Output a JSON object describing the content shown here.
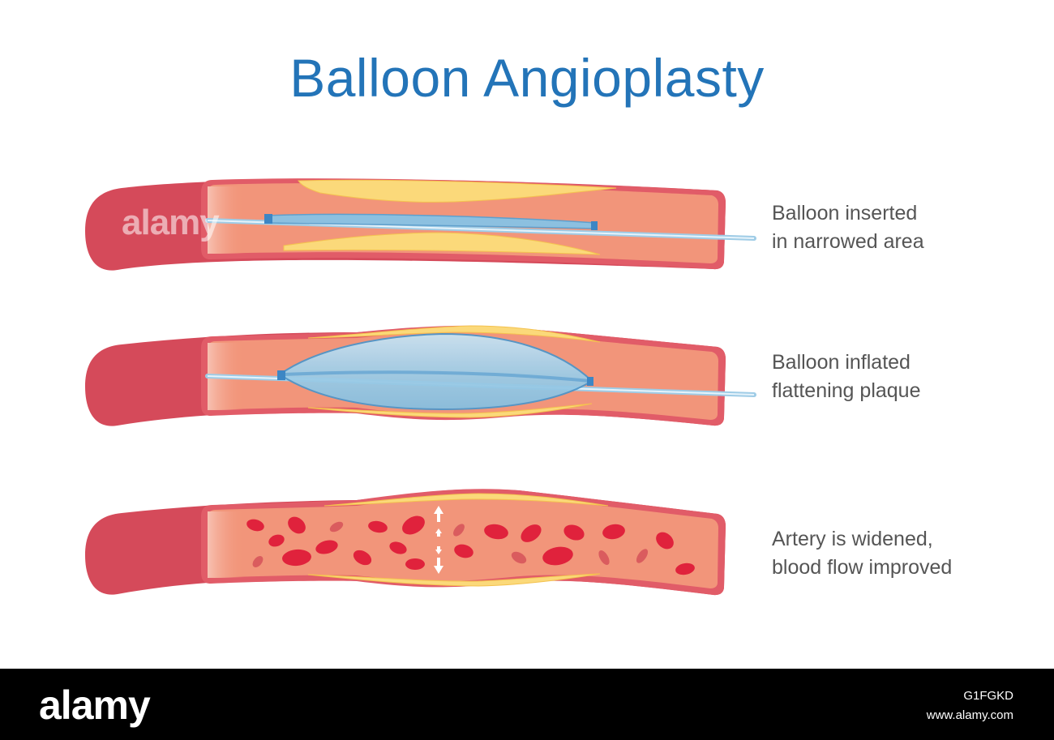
{
  "title": "Balloon Angioplasty",
  "steps": [
    {
      "line1": "Balloon inserted",
      "line2": "in narrowed area"
    },
    {
      "line1": "Balloon inflated",
      "line2": "flattening plaque"
    },
    {
      "line1": "Artery is widened,",
      "line2": "blood flow improved"
    }
  ],
  "watermark": "alamy",
  "footer": {
    "brand": "alamy",
    "image_id": "G1FGKD",
    "url": "www.alamy.com"
  },
  "colors": {
    "title": "#2374b8",
    "vessel_wall": "#d54a5a",
    "vessel_rim": "#e15c68",
    "vessel_inner": "#f2957a",
    "plaque": "#fbd97a",
    "balloon": "#9ccbe6",
    "catheter": "#b9dcef",
    "blood_cell": "#e0223c"
  }
}
